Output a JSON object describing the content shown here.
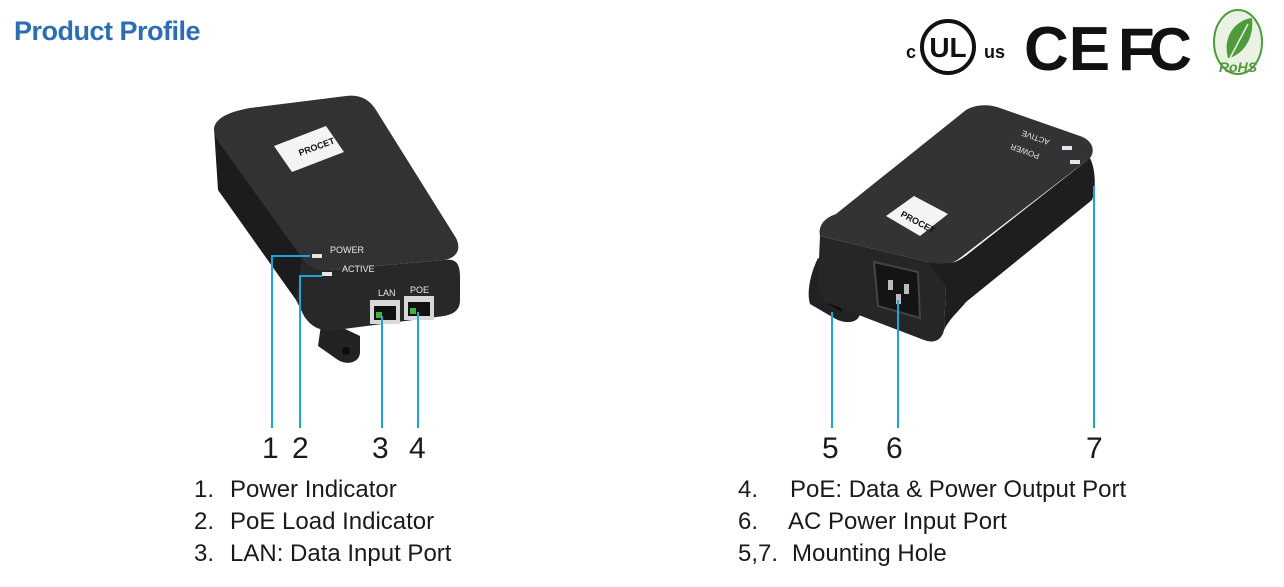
{
  "header": {
    "title": "Product Profile",
    "cert_marks": [
      "c",
      "UL",
      "us",
      "CE",
      "FC",
      "RoHS"
    ]
  },
  "device": {
    "brand": "PROCET",
    "front_labels": [
      "POWER",
      "ACTIVE",
      "LAN",
      "POE"
    ],
    "back_labels": [
      "ACTIVE",
      "POWER"
    ]
  },
  "callouts": {
    "left": [
      "1",
      "2",
      "3",
      "4"
    ],
    "right": [
      "5",
      "6",
      "7"
    ]
  },
  "legend_left": [
    {
      "num": "1.",
      "text": "Power Indicator"
    },
    {
      "num": "2.",
      "text": "PoE Load Indicator"
    },
    {
      "num": "3.",
      "text": "LAN: Data Input Port"
    }
  ],
  "legend_right": [
    {
      "num": "4.",
      "text": "PoE: Data & Power Output Port"
    },
    {
      "num": "6.",
      "text": "AC Power Input Port"
    },
    {
      "num": "5,7.",
      "text": "Mounting Hole"
    }
  ],
  "colors": {
    "title": "#2e6db4",
    "device_body": "#2a2a2c",
    "callout_line": "#1aa6d9",
    "port_led": "#3bb54a",
    "rohs": "#4f9a3a"
  }
}
